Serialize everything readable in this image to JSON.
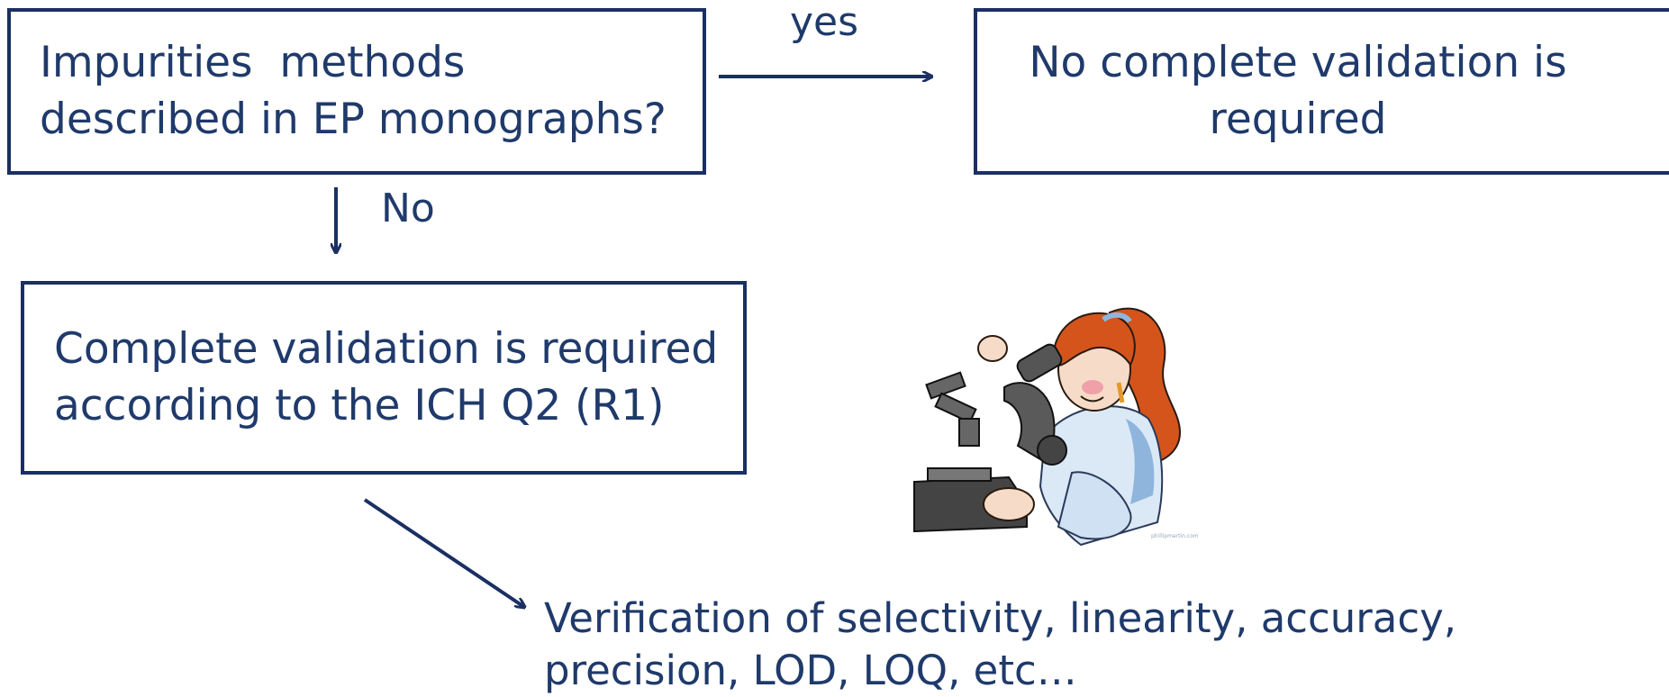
{
  "colors": {
    "text": "#1f3a6b",
    "border": "#1a2f63",
    "arrow": "#1a2f63"
  },
  "decision_box": {
    "line1": "Impurities  methods",
    "line2": "described in EP monographs?"
  },
  "yes_box": {
    "line1": "No complete validation is",
    "line2": "required"
  },
  "no_box": {
    "line1": "Complete validation is required",
    "line2": "according to the ICH Q2 (R1)"
  },
  "labels": {
    "yes": "yes",
    "no": "No"
  },
  "result": {
    "line1": "Verification of selectivity, linearity, accuracy,",
    "line2": "precision, LOD, LOQ, etc…"
  },
  "illustration": {
    "subject": "scientist-with-microscope",
    "watermark": "phillipmartin.com"
  }
}
